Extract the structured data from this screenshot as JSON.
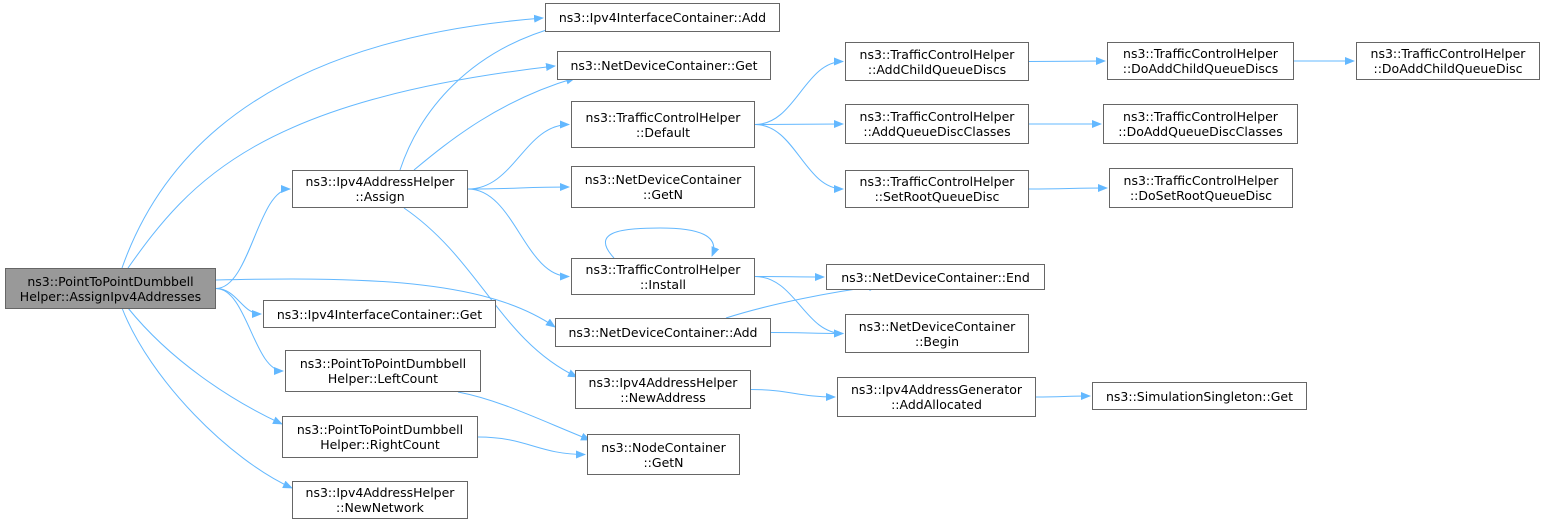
{
  "colors": {
    "edge": "#63b8ff",
    "root_fill": "#999999",
    "node_fill": "#ffffff",
    "node_border": "#666666"
  },
  "nodes": [
    {
      "id": "root",
      "lines": [
        "ns3::PointToPointDumbbell",
        "Helper::AssignIpv4Addresses"
      ]
    },
    {
      "id": "v4ic_add",
      "lines": [
        "ns3::Ipv4InterfaceContainer::Add"
      ]
    },
    {
      "id": "ndc_get",
      "lines": [
        "ns3::NetDeviceContainer::Get"
      ]
    },
    {
      "id": "tch_default",
      "lines": [
        "ns3::TrafficControlHelper",
        "::Default"
      ]
    },
    {
      "id": "ipv4ah_assign",
      "lines": [
        "ns3::Ipv4AddressHelper",
        "::Assign"
      ]
    },
    {
      "id": "ndc_getn",
      "lines": [
        "ns3::NetDeviceContainer",
        "::GetN"
      ]
    },
    {
      "id": "tch_install",
      "lines": [
        "ns3::TrafficControlHelper",
        "::Install"
      ]
    },
    {
      "id": "ndc_add",
      "lines": [
        "ns3::NetDeviceContainer::Add"
      ]
    },
    {
      "id": "v4ic_get",
      "lines": [
        "ns3::Ipv4InterfaceContainer::Get"
      ]
    },
    {
      "id": "p2pdh_left",
      "lines": [
        "ns3::PointToPointDumbbell",
        "Helper::LeftCount"
      ]
    },
    {
      "id": "ipv4ah_newaddr",
      "lines": [
        "ns3::Ipv4AddressHelper",
        "::NewAddress"
      ]
    },
    {
      "id": "p2pdh_right",
      "lines": [
        "ns3::PointToPointDumbbell",
        "Helper::RightCount"
      ]
    },
    {
      "id": "nc_getn",
      "lines": [
        "ns3::NodeContainer",
        "::GetN"
      ]
    },
    {
      "id": "ipv4ah_newnet",
      "lines": [
        "ns3::Ipv4AddressHelper",
        "::NewNetwork"
      ]
    },
    {
      "id": "tch_addchild",
      "lines": [
        "ns3::TrafficControlHelper",
        "::AddChildQueueDiscs"
      ]
    },
    {
      "id": "tch_addclasses",
      "lines": [
        "ns3::TrafficControlHelper",
        "::AddQueueDiscClasses"
      ]
    },
    {
      "id": "tch_setroot",
      "lines": [
        "ns3::TrafficControlHelper",
        "::SetRootQueueDisc"
      ]
    },
    {
      "id": "ndc_end",
      "lines": [
        "ns3::NetDeviceContainer::End"
      ]
    },
    {
      "id": "ndc_begin",
      "lines": [
        "ns3::NetDeviceContainer",
        "::Begin"
      ]
    },
    {
      "id": "ipv4ag_alloc",
      "lines": [
        "ns3::Ipv4AddressGenerator",
        "::AddAllocated"
      ]
    },
    {
      "id": "tch_doaddchild",
      "lines": [
        "ns3::TrafficControlHelper",
        "::DoAddChildQueueDiscs"
      ]
    },
    {
      "id": "tch_doaddclasses",
      "lines": [
        "ns3::TrafficControlHelper",
        "::DoAddQueueDiscClasses"
      ]
    },
    {
      "id": "tch_dosetroot",
      "lines": [
        "ns3::TrafficControlHelper",
        "::DoSetRootQueueDisc"
      ]
    },
    {
      "id": "ss_get",
      "lines": [
        "ns3::SimulationSingleton::Get"
      ]
    },
    {
      "id": "tch_doaddchild2",
      "lines": [
        "ns3::TrafficControlHelper",
        "::DoAddChildQueueDisc"
      ]
    }
  ],
  "edges": [
    [
      "root",
      "v4ic_add"
    ],
    [
      "root",
      "ndc_get"
    ],
    [
      "root",
      "ipv4ah_assign"
    ],
    [
      "root",
      "ndc_add"
    ],
    [
      "root",
      "v4ic_get"
    ],
    [
      "root",
      "p2pdh_left"
    ],
    [
      "root",
      "p2pdh_right"
    ],
    [
      "root",
      "ipv4ah_newnet"
    ],
    [
      "ipv4ah_assign",
      "v4ic_add"
    ],
    [
      "ipv4ah_assign",
      "ndc_get"
    ],
    [
      "ipv4ah_assign",
      "tch_default"
    ],
    [
      "ipv4ah_assign",
      "ndc_getn"
    ],
    [
      "ipv4ah_assign",
      "tch_install"
    ],
    [
      "ipv4ah_assign",
      "ipv4ah_newaddr"
    ],
    [
      "tch_default",
      "tch_addchild"
    ],
    [
      "tch_default",
      "tch_addclasses"
    ],
    [
      "tch_default",
      "tch_setroot"
    ],
    [
      "tch_install",
      "tch_install"
    ],
    [
      "tch_install",
      "ndc_end"
    ],
    [
      "tch_install",
      "ndc_begin"
    ],
    [
      "ndc_add",
      "ndc_end"
    ],
    [
      "ndc_add",
      "ndc_begin"
    ],
    [
      "p2pdh_left",
      "nc_getn"
    ],
    [
      "p2pdh_right",
      "nc_getn"
    ],
    [
      "ipv4ah_newaddr",
      "ipv4ag_alloc"
    ],
    [
      "ipv4ag_alloc",
      "ss_get"
    ],
    [
      "tch_addchild",
      "tch_doaddchild"
    ],
    [
      "tch_doaddchild",
      "tch_doaddchild2"
    ],
    [
      "tch_addclasses",
      "tch_doaddclasses"
    ],
    [
      "tch_setroot",
      "tch_dosetroot"
    ]
  ]
}
